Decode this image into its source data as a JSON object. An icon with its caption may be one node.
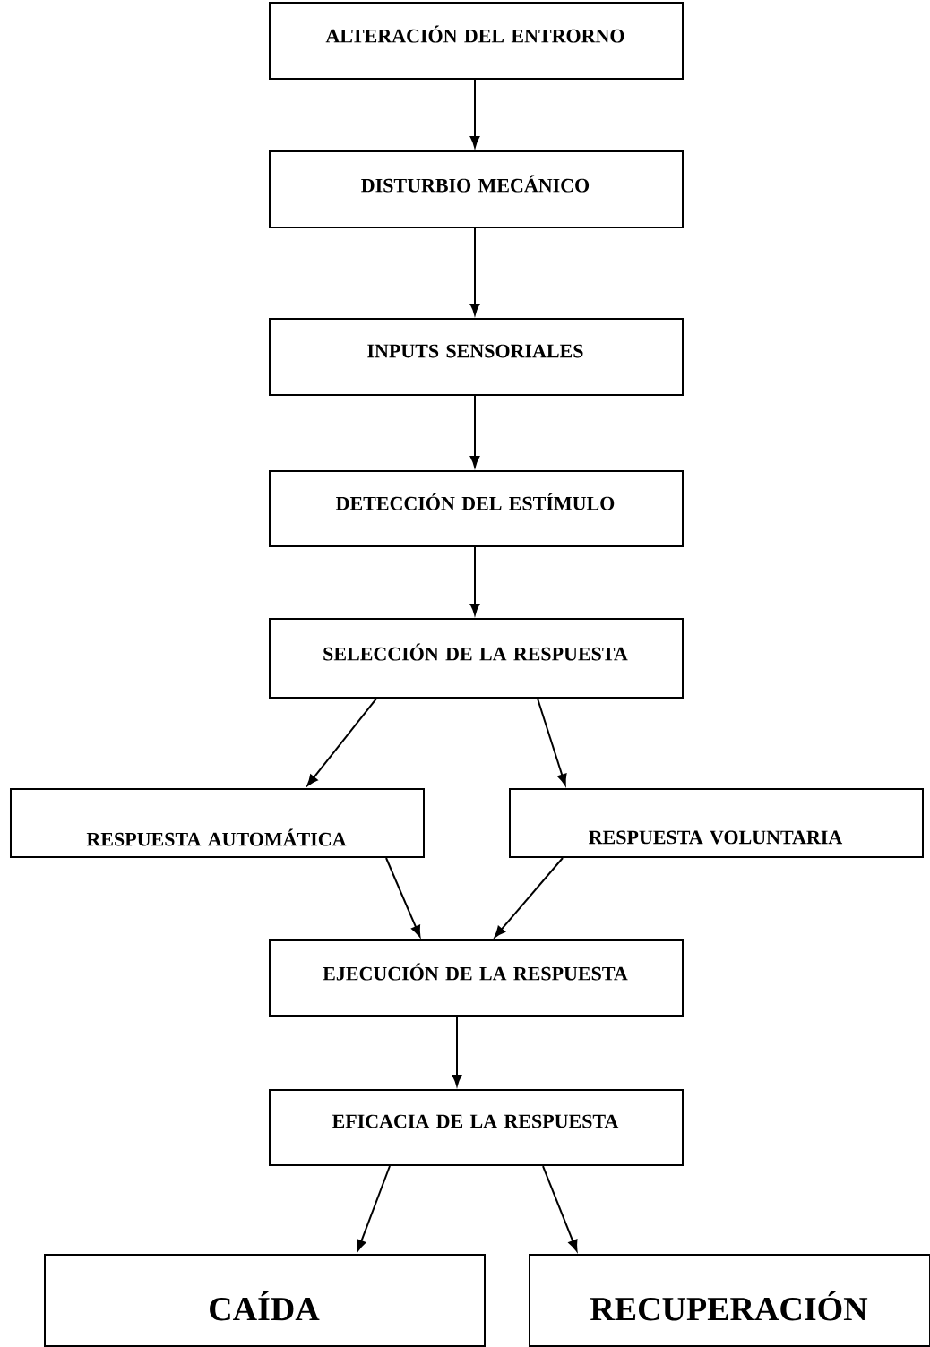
{
  "diagram": {
    "nodes": [
      {
        "text": [
          "ALTERACIÓN DEL ENTRORNO"
        ]
      },
      {
        "text": [
          "DISTURBIO MECÁNICO"
        ]
      },
      {
        "text": [
          "INPUTS SENSORIALES"
        ]
      },
      {
        "text": [
          "DETECCIÓN DEL ESTÍMULO"
        ]
      },
      {
        "text": [
          "SELECCIÓN DE LA RESPUESTA"
        ]
      },
      {
        "text": [
          "RESPUESTA AUTOMÁTICA"
        ]
      },
      {
        "text": [
          "RESPUESTA VOLUNTARIA"
        ]
      },
      {
        "text": [
          "EJECUCIÓN DE LA RESPUESTA"
        ]
      },
      {
        "text": [
          "EFICACIA DE LA RESPUESTA"
        ]
      },
      {
        "text": [
          "CAÍDA"
        ]
      },
      {
        "text": [
          "RECUPERACIÓN"
        ]
      }
    ],
    "edges": [
      {
        "from": 0,
        "to": 1,
        "arrow": "to"
      },
      {
        "from": 1,
        "to": 2,
        "arrow": "to"
      },
      {
        "from": 2,
        "to": 3,
        "arrow": "to"
      },
      {
        "from": 3,
        "to": 4,
        "arrow": "to"
      },
      {
        "from": 4,
        "to": 5,
        "arrow": "to"
      },
      {
        "from": 4,
        "to": 6,
        "arrow": "to"
      },
      {
        "from": 5,
        "to": 7,
        "arrow": "to"
      },
      {
        "from": 6,
        "to": 7,
        "arrow": "to"
      },
      {
        "from": 7,
        "to": 8,
        "arrow": "to"
      },
      {
        "from": 8,
        "to": 9,
        "arrow": "to"
      },
      {
        "from": 8,
        "to": 10,
        "arrow": "to"
      }
    ]
  }
}
